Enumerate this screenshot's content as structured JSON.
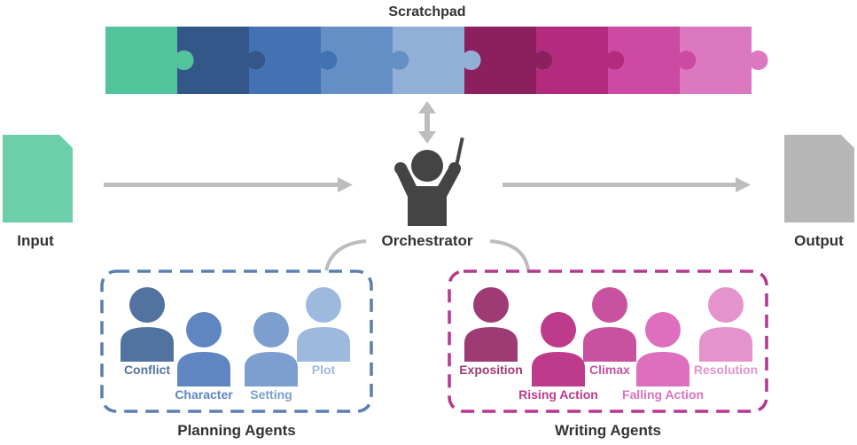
{
  "scratchpad": {
    "title": "Scratchpad",
    "piece_colors": [
      "#52c49c",
      "#34578a",
      "#4272b4",
      "#648fc5",
      "#92b0d6",
      "#8c1f5e",
      "#b32a7f",
      "#cc4aa2",
      "#dc78bf"
    ]
  },
  "input": {
    "label": "Input",
    "color": "#6dcfaa"
  },
  "output": {
    "label": "Output",
    "color": "#b7b7b7"
  },
  "orchestrator": {
    "label": "Orchestrator",
    "color": "#444444"
  },
  "planning": {
    "title": "Planning Agents",
    "border_color": "#5a7fb0",
    "agents": [
      {
        "name": "Conflict",
        "color": "#52729f"
      },
      {
        "name": "Character",
        "color": "#5f86c0"
      },
      {
        "name": "Setting",
        "color": "#7c9fcf"
      },
      {
        "name": "Plot",
        "color": "#9db9de"
      }
    ]
  },
  "writing": {
    "title": "Writing Agents",
    "border_color": "#b6378d",
    "agents": [
      {
        "name": "Exposition",
        "color": "#9e3b74"
      },
      {
        "name": "Rising Action",
        "color": "#be3a8b"
      },
      {
        "name": "Climax",
        "color": "#c8529f"
      },
      {
        "name": "Falling Action",
        "color": "#de6fbe"
      },
      {
        "name": "Resolution",
        "color": "#e593cc"
      }
    ]
  },
  "connector_color": "#bdbdbd"
}
